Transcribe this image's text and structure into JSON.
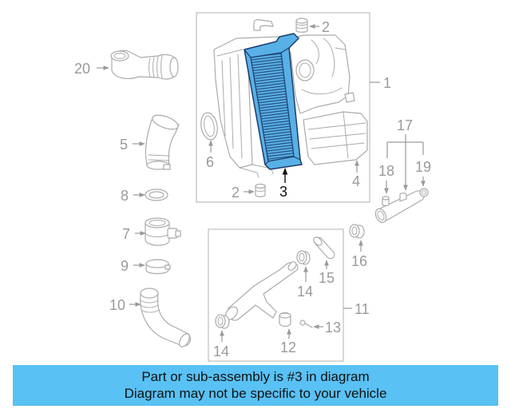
{
  "diagram": {
    "callouts": [
      "20",
      "5",
      "8",
      "7",
      "9",
      "10",
      "2",
      "1",
      "6",
      "4",
      "3",
      "2",
      "17",
      "18",
      "19",
      "16",
      "15",
      "14",
      "11",
      "13",
      "12",
      "14"
    ]
  },
  "banner": {
    "line1": "Part or sub-assembly is #3 in diagram",
    "line2": "Diagram may not be specific to your vehicle"
  },
  "colors": {
    "banner_bg": "#59c1f4",
    "highlight_fill": "#58b0e6",
    "highlight_outline": "#1c3c6a",
    "callout_text": "#9a9a9a",
    "line_art": "#ababab"
  }
}
